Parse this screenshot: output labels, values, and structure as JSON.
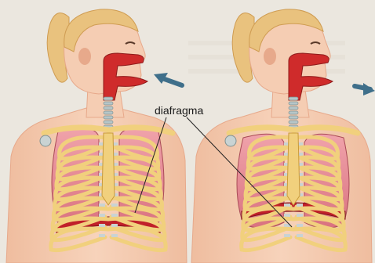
{
  "diagram": {
    "label": "diafragma",
    "panels": [
      {
        "name": "left",
        "phase": "inspiration"
      },
      {
        "name": "right",
        "phase": "expiration"
      }
    ],
    "colors": {
      "background": "#ebe7df",
      "skin": "#f5cdb3",
      "skin_shadow": "#e7a98b",
      "hair": "#e9c27e",
      "hair_shadow": "#cf9c52",
      "airway": "#cf2b2b",
      "trachea": "#b6c6c8",
      "lung": "#e58b94",
      "rib": "#f1d07d",
      "rib_shadow": "#c99a3a",
      "cartilage": "#c9d3d3",
      "diaphragm": "#c0202a",
      "arrow": "#3f6f8a"
    },
    "icons": [
      "airflow-in-arrow-icon",
      "airflow-out-arrow-icon"
    ]
  }
}
